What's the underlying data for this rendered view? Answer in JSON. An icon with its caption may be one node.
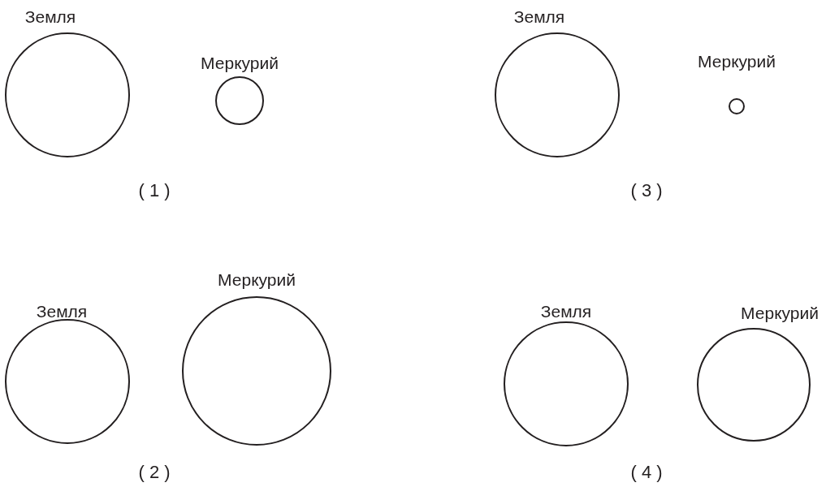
{
  "diagram": {
    "nodes": [
      {
        "text": [
          "Земля"
        ]
      },
      {
        "text": [
          "Меркурий"
        ]
      },
      {
        "text": [
          "Земля"
        ]
      },
      {
        "text": [
          "Меркурий"
        ]
      },
      {
        "text": [
          "Земля"
        ]
      },
      {
        "text": [
          "Меркурий"
        ]
      },
      {
        "text": [
          "Земля"
        ]
      },
      {
        "text": [
          "Меркурий"
        ]
      }
    ],
    "labels": [
      "( 1 )",
      "( 3 )",
      "( 2 )",
      "( 4 )"
    ]
  }
}
